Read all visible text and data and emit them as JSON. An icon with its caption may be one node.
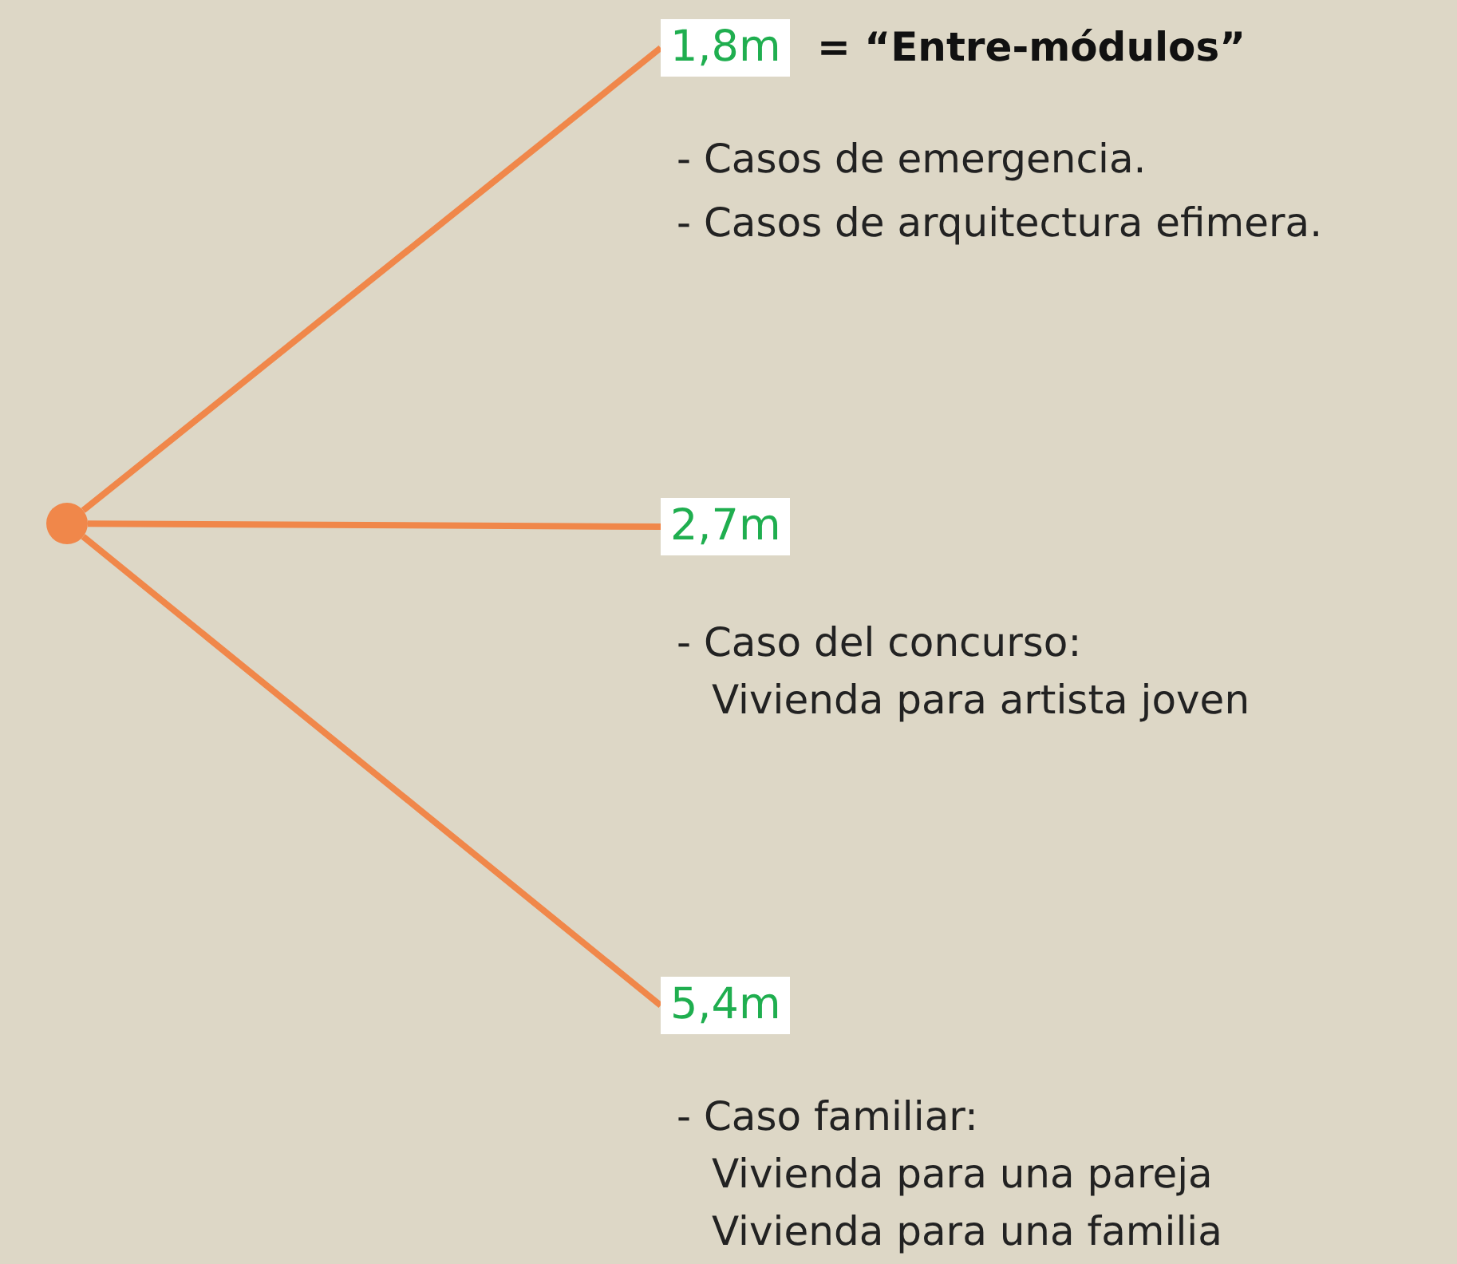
{
  "diagram": {
    "nodes": [
      {
        "text": [],
        "shape": "circle"
      },
      {
        "text": [
          "1,8m"
        ],
        "beside": [
          "= “Entre-módulos”",
          "- Casos de emergencia.",
          "- Casos de arquitectura efimera."
        ]
      },
      {
        "text": [
          "2,7m"
        ],
        "beside": [
          "- Caso del concurso:",
          "Vivienda para artista joven"
        ]
      },
      {
        "text": [
          "5,4m"
        ],
        "beside": [
          "- Caso familiar:",
          "Vivienda para una pareja",
          "Vivienda para una familia"
        ]
      }
    ],
    "edges": [
      {
        "from": 0,
        "to": 1,
        "arrow": "none"
      },
      {
        "from": 0,
        "to": 2,
        "arrow": "none"
      },
      {
        "from": 0,
        "to": 3,
        "arrow": "none"
      }
    ]
  }
}
